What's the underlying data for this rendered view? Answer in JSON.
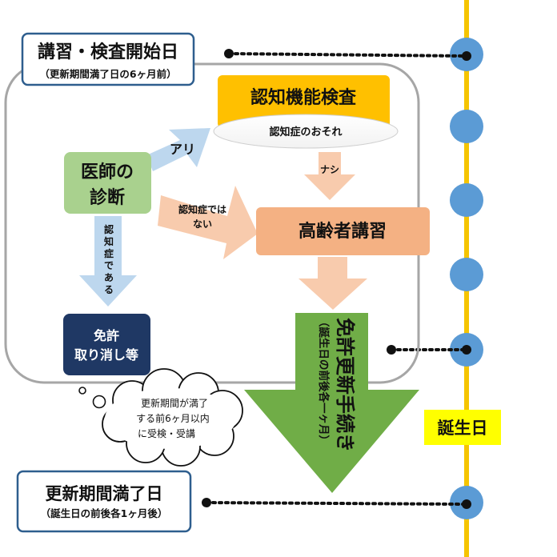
{
  "start_box": {
    "title": "講習・検査開始日",
    "subtitle": "（更新期間満了日の6ヶ月前）"
  },
  "cognitive_test": {
    "title": "認知機能検査",
    "note": "認知症のおそれ"
  },
  "arrows": {
    "ari": "アリ",
    "nashi": "ナシ",
    "not_dementia": [
      "認知症では",
      "ない"
    ],
    "is_dementia": "認知症である"
  },
  "doctor_box": {
    "lines": [
      "医師の",
      "診断"
    ]
  },
  "lecture_box": {
    "title": "高齢者講習"
  },
  "revoke_box": {
    "lines": [
      "免許",
      "取り消し等"
    ]
  },
  "renewal": {
    "title": "免許更新手続き",
    "note": "（誕生日の前後各一ヶ月）"
  },
  "cloud": {
    "lines": [
      "更新期間が満了",
      "する前6ヶ月以内",
      "に受検・受講"
    ]
  },
  "birthday_label": "誕生日",
  "end_box": {
    "title": "更新期間満了日",
    "subtitle": "（誕生日の前後各1ヶ月後）"
  },
  "colors": {
    "timeline": "#f5c400",
    "dot": "#5b9bd5",
    "cognitive": "#ffc000",
    "doctor": "#a9d18e",
    "lecture": "#f4b183",
    "revoke": "#1f3864",
    "renewal_arrow": "#70ad47",
    "birthday_bg": "#ffff00",
    "box_border": "#2e5e8e"
  }
}
